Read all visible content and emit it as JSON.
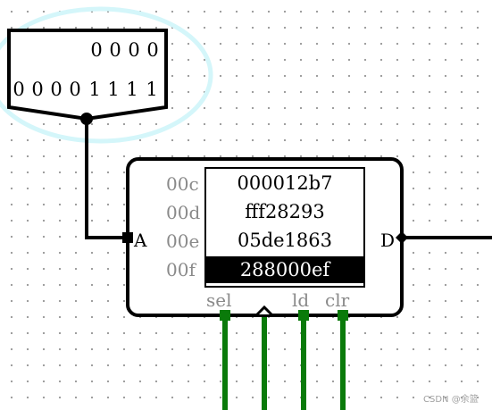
{
  "splitter": {
    "top_bits": [
      "0",
      "0",
      "0",
      "0"
    ],
    "bottom_bits": [
      "0",
      "0",
      "0",
      "0",
      "1",
      "1",
      "1",
      "1"
    ]
  },
  "ram": {
    "addresses": [
      "00c",
      "00d",
      "00e",
      "00f"
    ],
    "values": [
      "000012b7",
      "fff28293",
      "05de1863",
      "288000ef"
    ],
    "selected_index": 3,
    "port_address": "A",
    "port_data": "D",
    "pin_sel": "sel",
    "pin_ld": "ld",
    "pin_clr": "clr"
  },
  "highlight_color": "#d4f6fa",
  "control_wire_color": "#0a7a0a",
  "watermark": "CSDN @余篮"
}
